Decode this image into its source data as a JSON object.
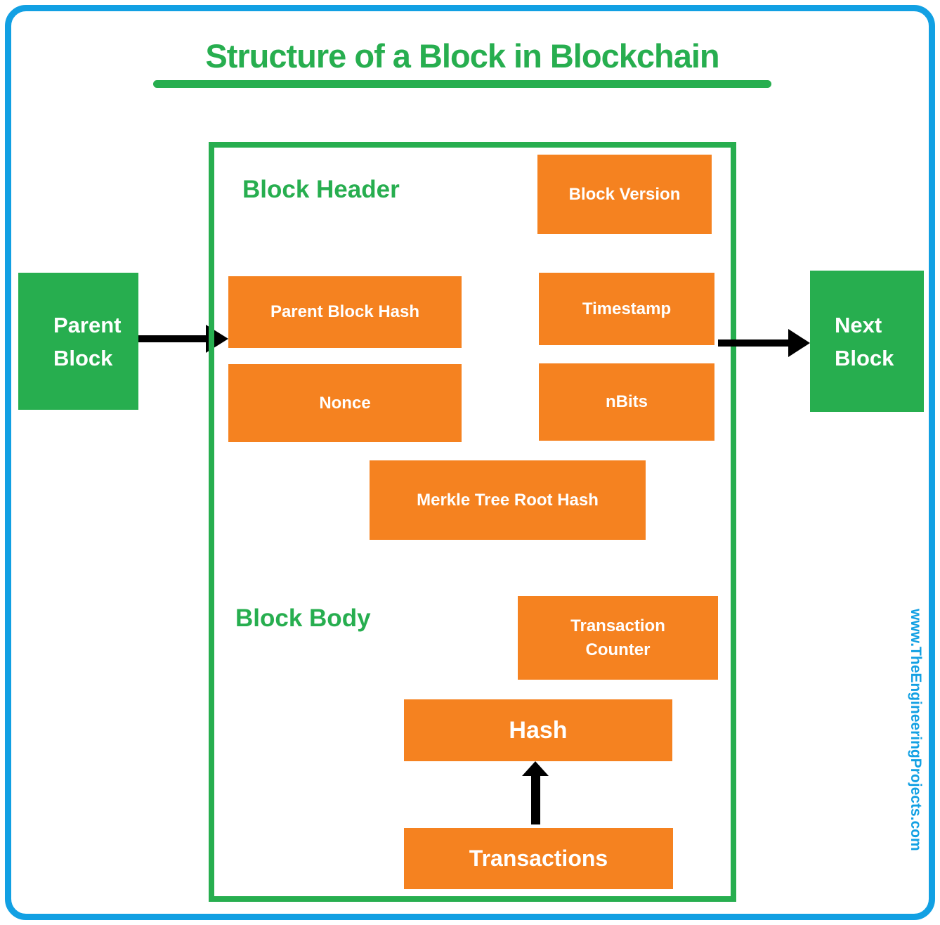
{
  "page": {
    "title": "Structure of a Block in Blockchain",
    "watermark": "www.TheEngineeringProjects.com"
  },
  "colors": {
    "green": "#27AE4F",
    "orange": "#F58220",
    "blue": "#12A0E3",
    "arrow": "#000000",
    "box_text": "#FFFFFF"
  },
  "diagram": {
    "sections": {
      "header_label": "Block Header",
      "body_label": "Block Body"
    },
    "external_blocks": {
      "parent": "Parent Block",
      "next": "Next Block"
    },
    "header_fields": {
      "block_version": "Block Version",
      "parent_block_hash": "Parent Block Hash",
      "timestamp": "Timestamp",
      "nonce": "Nonce",
      "nbits": "nBits",
      "merkle_root": "Merkle Tree Root Hash"
    },
    "body_fields": {
      "transaction_counter": "Transaction Counter",
      "hash": "Hash",
      "transactions": "Transactions"
    },
    "arrows": [
      "parent-block-to-block",
      "block-to-next-block",
      "transactions-to-hash"
    ]
  }
}
